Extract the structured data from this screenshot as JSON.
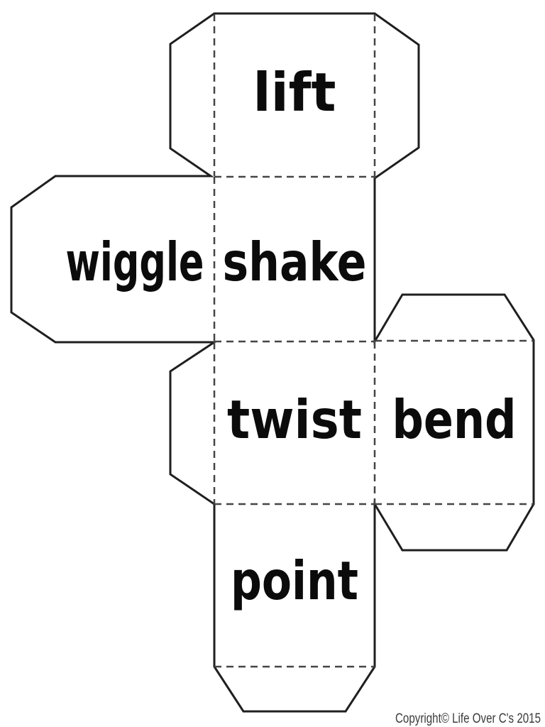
{
  "die": {
    "faces": [
      {
        "id": "lift",
        "label": "lift"
      },
      {
        "id": "wiggle",
        "label": "wiggle"
      },
      {
        "id": "shake",
        "label": "shake"
      },
      {
        "id": "twist",
        "label": "twist"
      },
      {
        "id": "bend",
        "label": "bend"
      },
      {
        "id": "point",
        "label": "point"
      }
    ]
  },
  "footer": {
    "copyright": "Copyright© Life Over C's 2015"
  },
  "colors": {
    "background": "#ffffff",
    "cut_line": "#1f1f1f",
    "fold_line": "#454545",
    "face_text": "#0b0b0b",
    "copyright_text": "#3b3b3b"
  }
}
